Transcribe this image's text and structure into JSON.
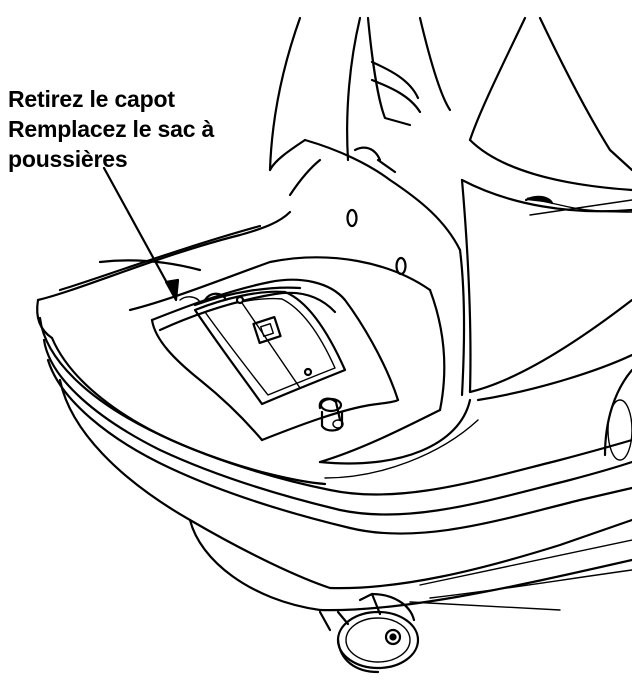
{
  "instruction": {
    "line1": "Retirez le capot",
    "line2": "Remplacez le sac à",
    "line3": "poussières"
  },
  "colors": {
    "ink": "#000000",
    "background": "#ffffff"
  }
}
